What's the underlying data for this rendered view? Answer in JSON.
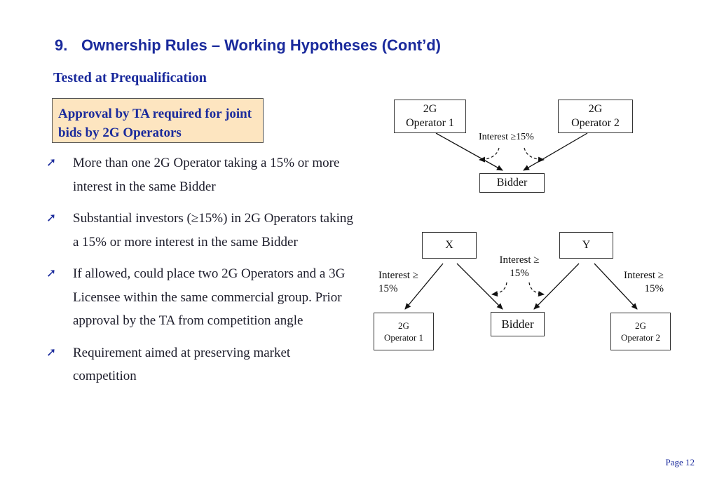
{
  "slide": {
    "number": "9.",
    "title": "Ownership Rules – Working Hypotheses (Cont’d)",
    "subtitle": "Tested at Prequalification",
    "callout": "Approval by TA required for joint bids by 2G Operators",
    "bullets": [
      "More than one 2G Operator taking a 15% or more interest in the same Bidder",
      "Substantial investors (≥15%) in 2G Operators taking a 15% or more interest in the same Bidder",
      "If allowed, could place two 2G Operators and a 3G Licensee within the same commercial group.  Prior approval by the TA from competition angle",
      "Requirement aimed at preserving market competition"
    ],
    "page": "Page 12"
  },
  "diagram1": {
    "op1": [
      "2G",
      "Operator 1"
    ],
    "op2": [
      "2G",
      "Operator 2"
    ],
    "interest": "Interest ≥15%",
    "bidder": "Bidder"
  },
  "diagram2": {
    "x": "X",
    "y": "Y",
    "interest_left": [
      "Interest ≥",
      "15%"
    ],
    "interest_mid": [
      "Interest ≥",
      "15%"
    ],
    "interest_right": [
      "Interest ≥",
      "15%"
    ],
    "bidder": "Bidder",
    "op1": [
      "2G",
      "Operator 1"
    ],
    "op2": [
      "2G",
      "Operator 2"
    ]
  },
  "colors": {
    "accent": "#1a2a9c",
    "callout_bg": "#fde5c0"
  }
}
